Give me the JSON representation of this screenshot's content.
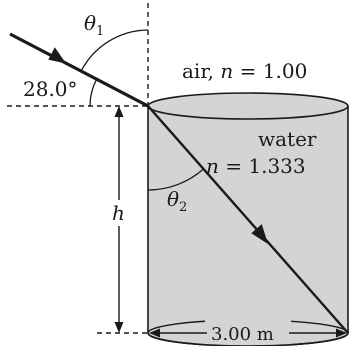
{
  "labels": {
    "theta1_symbol": "θ",
    "theta1_sub": "1",
    "theta2_symbol": "θ",
    "theta2_sub": "2",
    "angle_28": "28.0°",
    "air_text": "air, ",
    "air_n": "n",
    "air_value": " = 1.00",
    "water_title": "water",
    "water_n": "n",
    "water_value": " = 1.333",
    "height_symbol": "h",
    "width_label": "3.00 m"
  },
  "colors": {
    "water_fill": "#d4d4d4",
    "line": "#1a1a1a",
    "background": "#ffffff"
  }
}
